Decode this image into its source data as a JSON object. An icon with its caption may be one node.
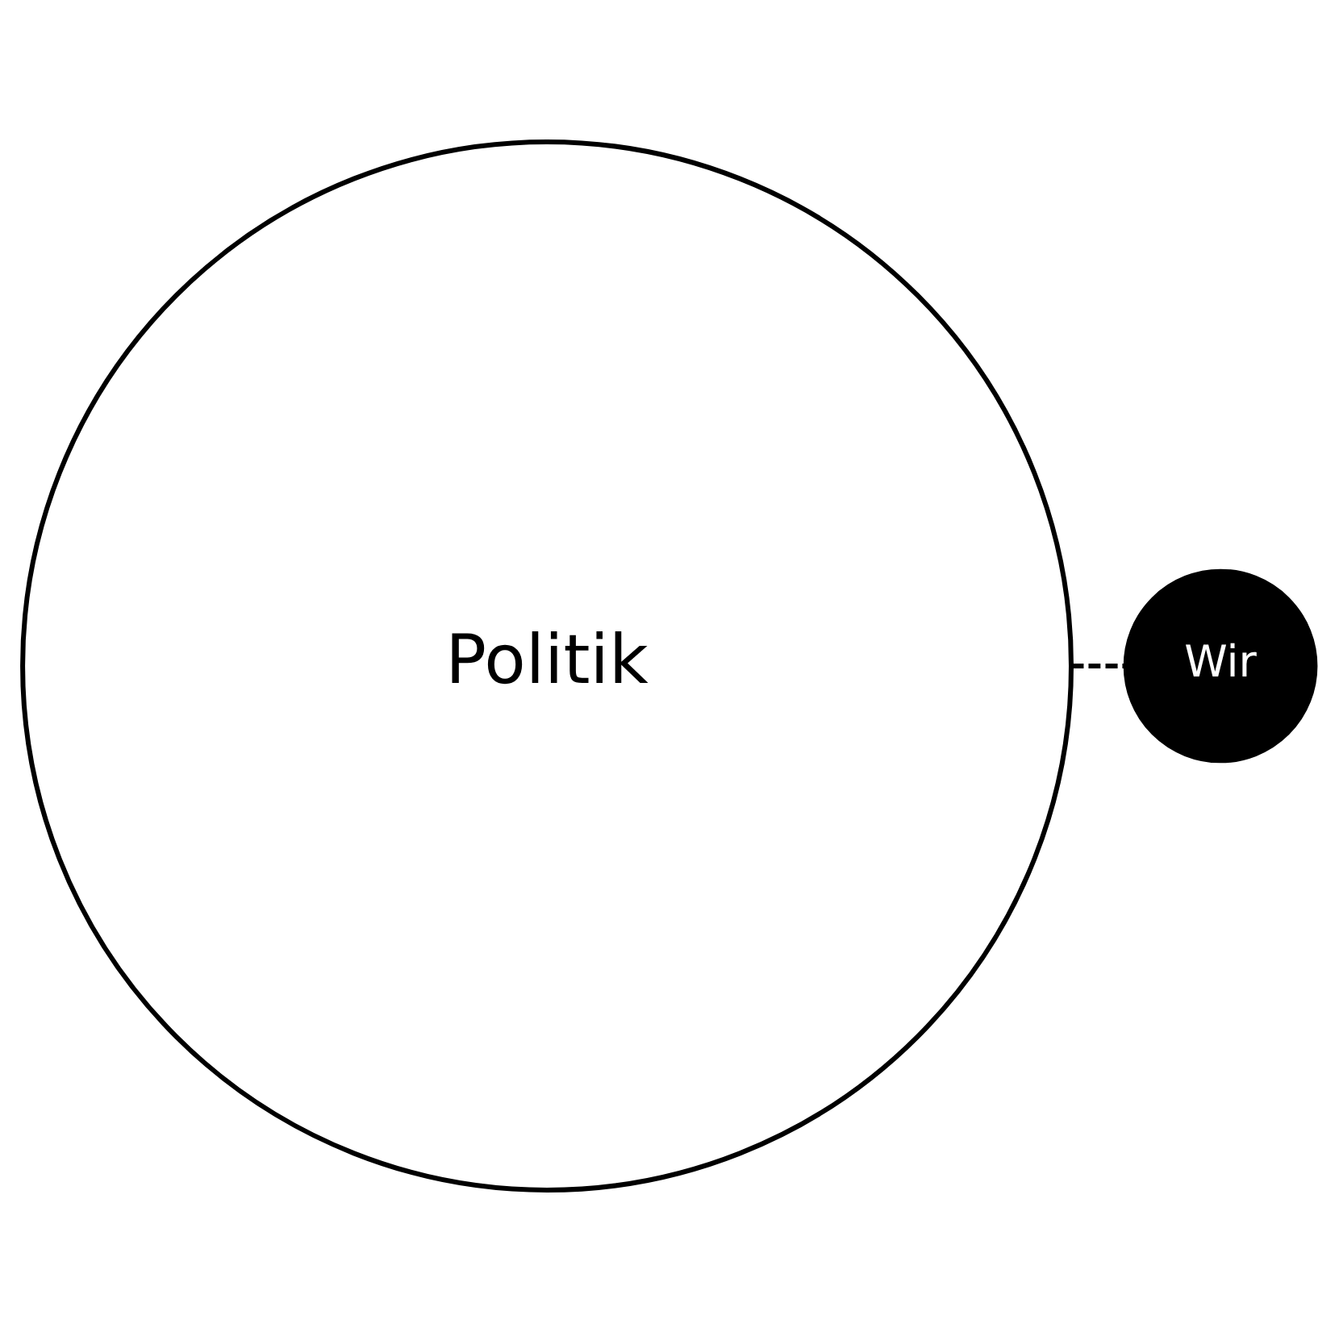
{
  "diagram": {
    "nodes": [
      {
        "text": [
          "Politik"
        ]
      },
      {
        "text": [
          "Wir"
        ]
      }
    ],
    "edges": [
      {
        "from": 0,
        "to": 1,
        "arrow": "none",
        "style": "dashed"
      }
    ]
  }
}
